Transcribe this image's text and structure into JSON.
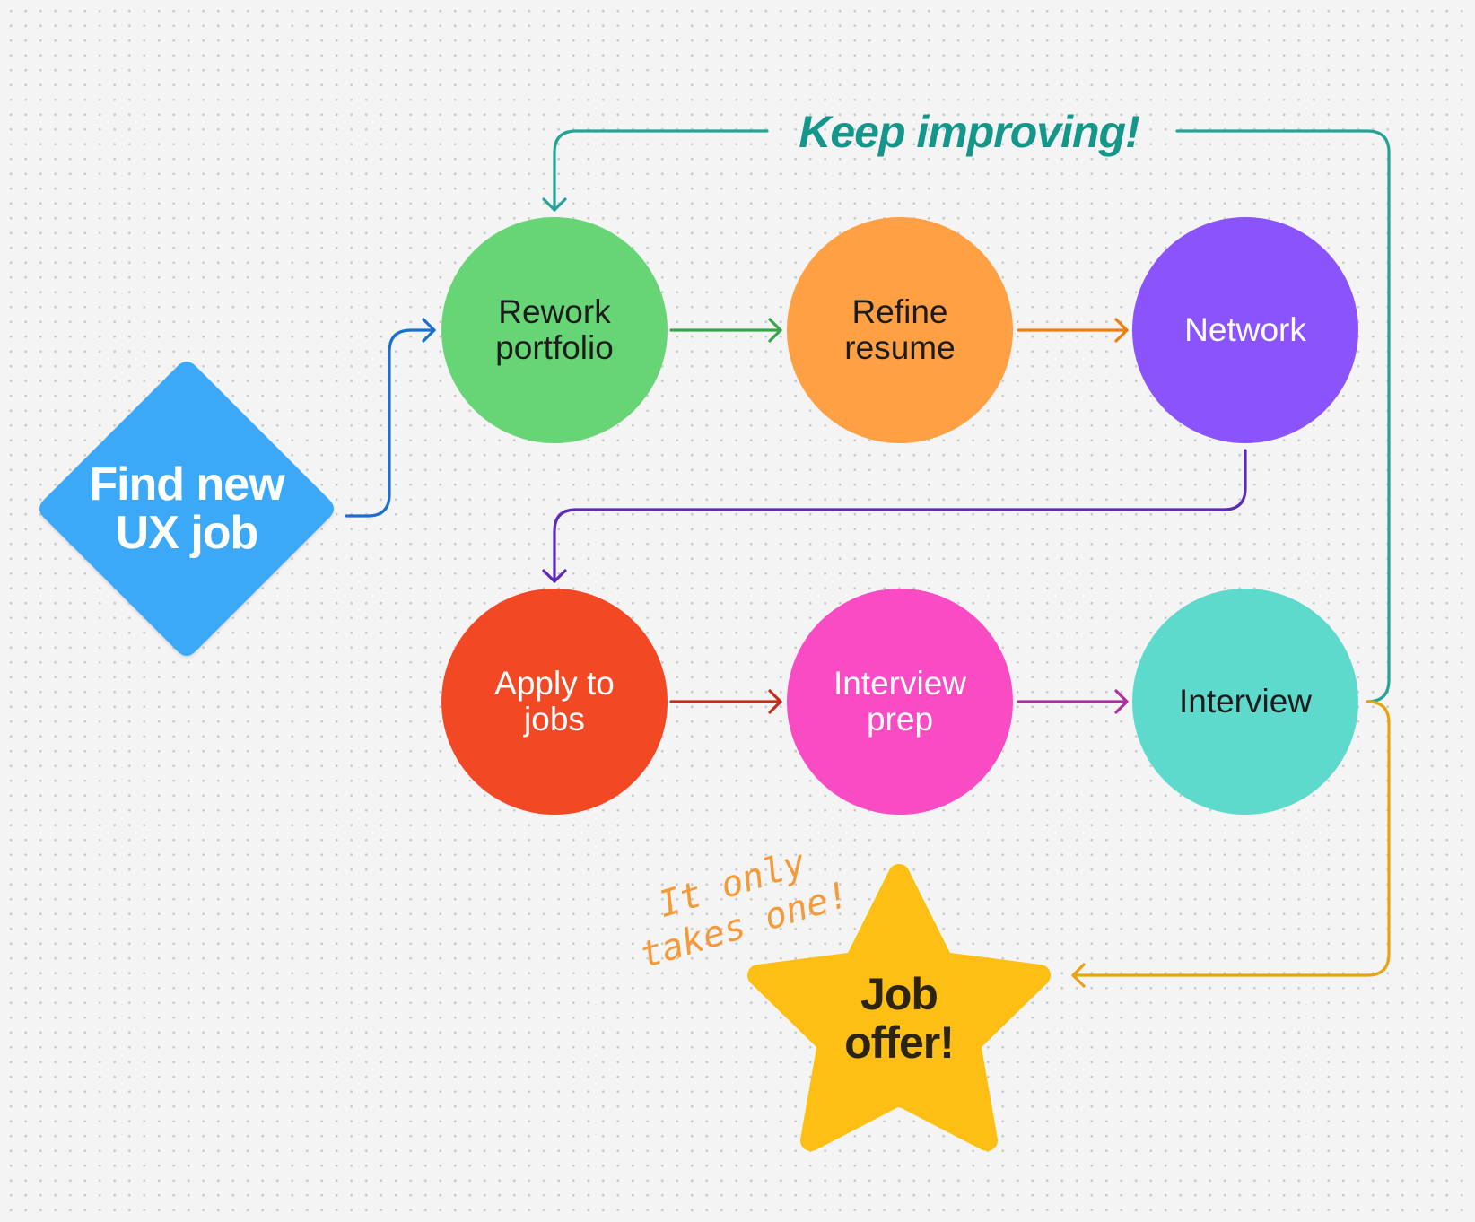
{
  "colors": {
    "background": "#f4f4f4",
    "diamond": "#3aa9f7",
    "star": "#fdbf13",
    "keep_improving": "#14978a"
  },
  "nodes": {
    "find_job": {
      "label": "Find new\nUX job"
    },
    "rework": {
      "label": "Rework\nportfolio",
      "color": "#67d576",
      "text_color": "#1c1c1c"
    },
    "refine": {
      "label": "Refine\nresume",
      "color": "#fea043",
      "text_color": "#1c1c1c"
    },
    "network": {
      "label": "Network",
      "color": "#8b53fc",
      "text_color": "#ffffff"
    },
    "apply": {
      "label": "Apply to\njobs",
      "color": "#f24824",
      "text_color": "#ffffff"
    },
    "interview_prep": {
      "label": "Interview\nprep",
      "color": "#f84bc4",
      "text_color": "#ffffff"
    },
    "interview": {
      "label": "Interview",
      "color": "#5ddacb",
      "text_color": "#1c1c1c"
    },
    "job_offer": {
      "label": "Job\noffer!"
    }
  },
  "connectors": [
    {
      "from": "find_job",
      "to": "rework",
      "color": "#1b6fcf"
    },
    {
      "from": "rework",
      "to": "refine",
      "color": "#36a64a"
    },
    {
      "from": "refine",
      "to": "network",
      "color": "#ee7f0e"
    },
    {
      "from": "network",
      "to": "apply",
      "color": "#5c2bb7"
    },
    {
      "from": "apply",
      "to": "interview_prep",
      "color": "#c92b1d"
    },
    {
      "from": "interview_prep",
      "to": "interview",
      "color": "#b12f9c"
    },
    {
      "from": "interview",
      "to": "rework",
      "color": "#27a396"
    },
    {
      "from": "interview",
      "to": "job_offer",
      "color": "#e9a312"
    }
  ],
  "annotations": {
    "keep_improving": "Keep improving!",
    "it_only_takes_one": "It only\ntakes one!"
  }
}
